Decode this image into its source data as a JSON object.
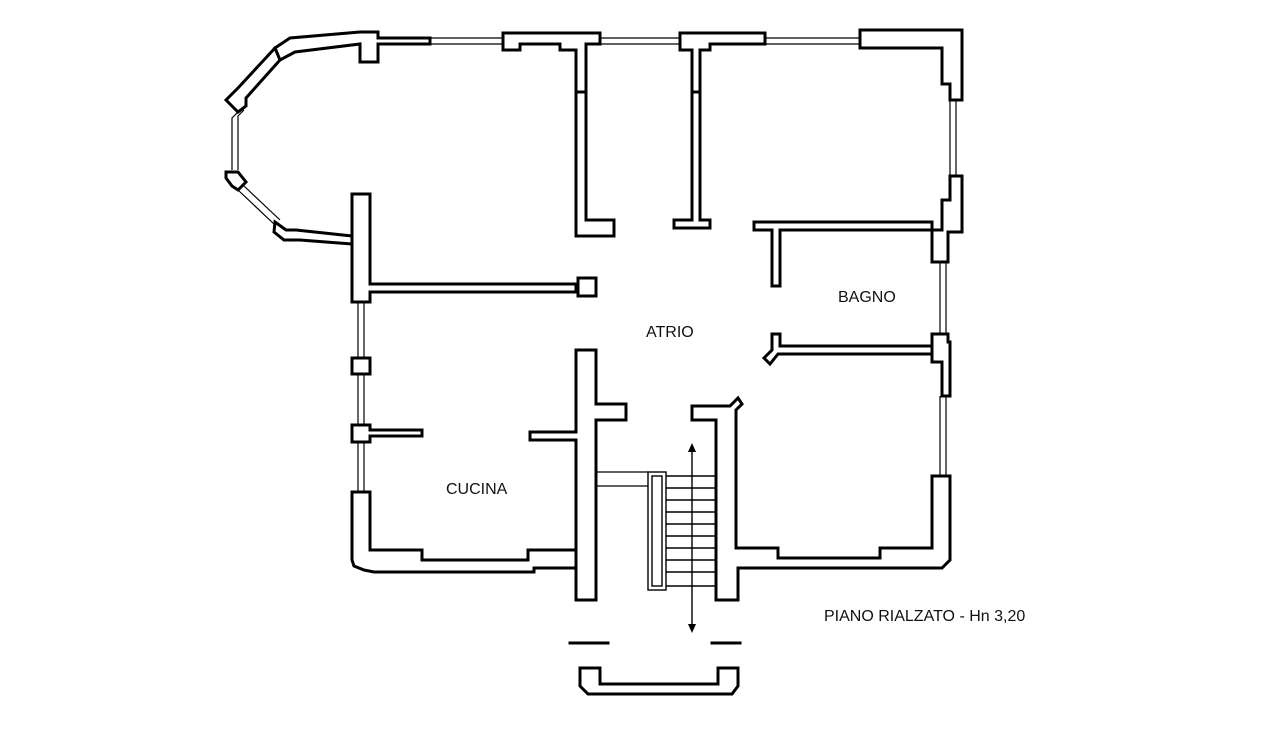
{
  "rooms": {
    "atrio": "ATRIO",
    "bagno": "BAGNO",
    "cucina": "CUCINA"
  },
  "caption": "PIANO RIALZATO - Hn 3,20",
  "colors": {
    "wall": "#000000",
    "background": "#ffffff"
  },
  "icons": {
    "direction": "double-arrow-icon"
  }
}
